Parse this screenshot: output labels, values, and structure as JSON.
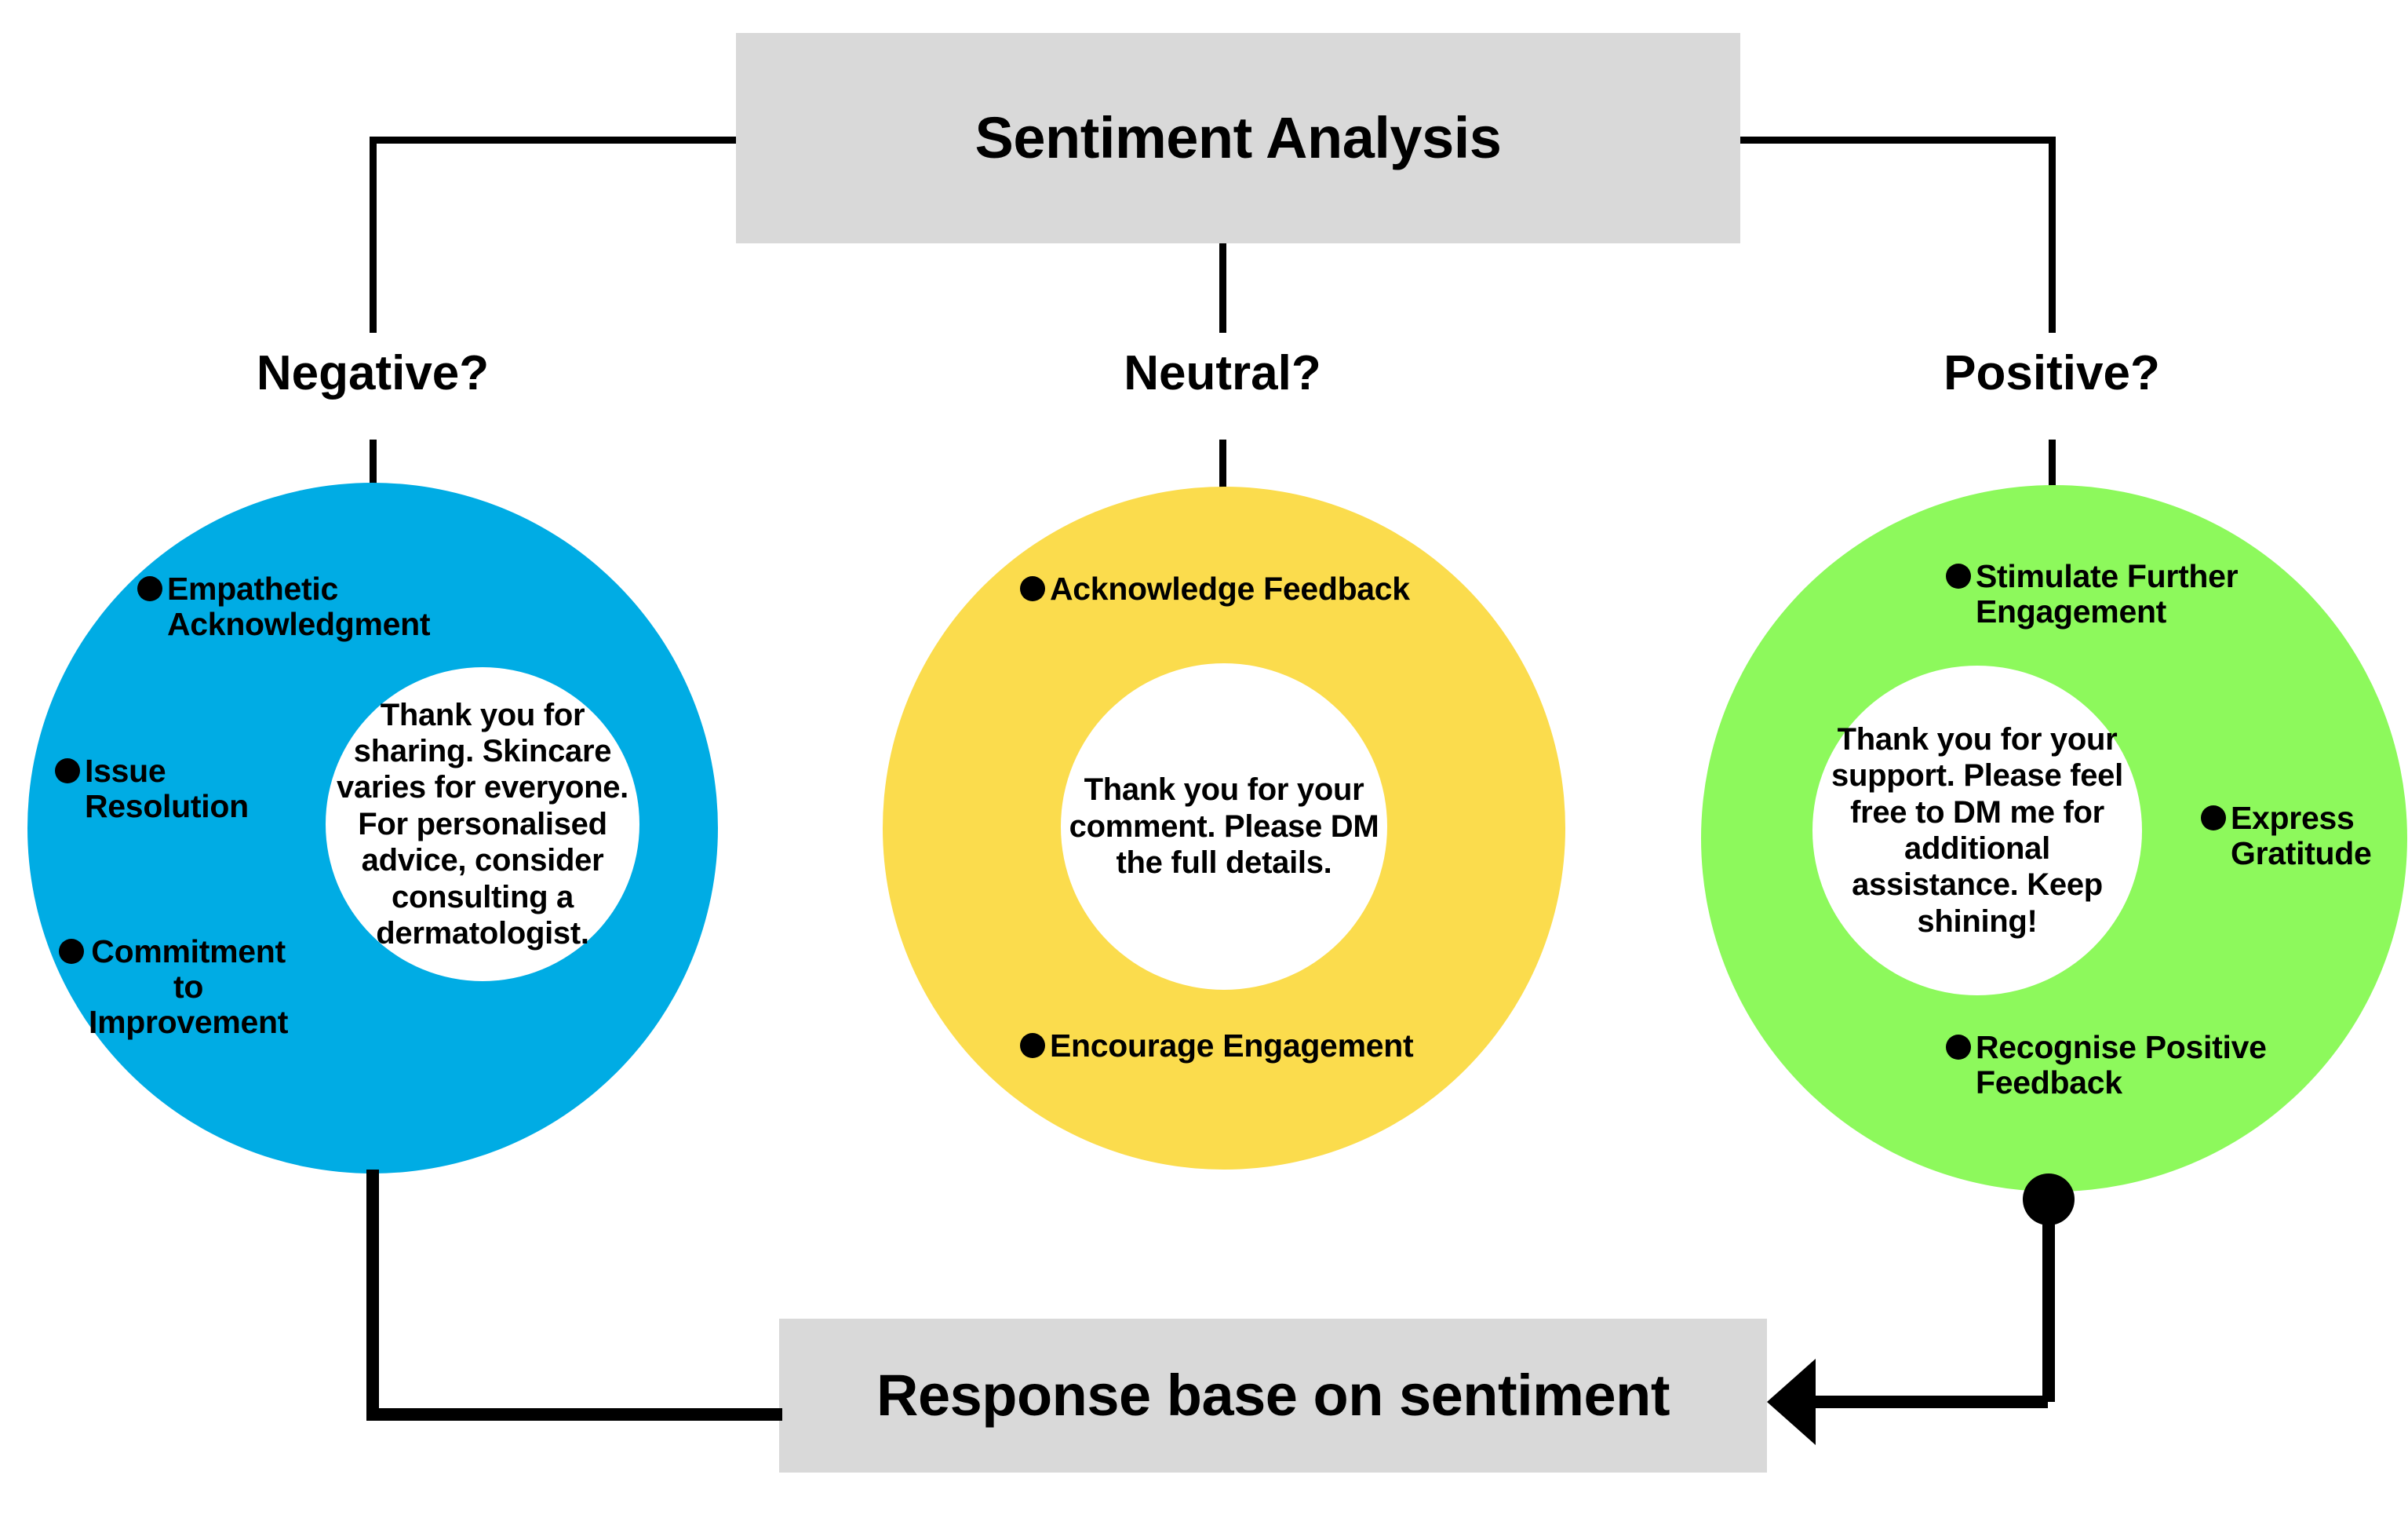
{
  "diagram": {
    "title": "Sentiment Analysis",
    "response_box": "Response base on sentiment",
    "colors": {
      "box_gray": "#d9d9d9",
      "negative_blue": "#00ace4",
      "neutral_yellow": "#fbdc4d",
      "positive_green": "#8df95c",
      "connector_black": "#000000",
      "hole_white": "#ffffff"
    },
    "branches": [
      {
        "key": "negative",
        "question": "Negative?",
        "color": "#00ace4",
        "response": "Thank you for sharing. Skincare varies for everyone. For personalised advice,  consider consulting a dermatologist.",
        "items": [
          "Empathetic\nAcknowledgment",
          "Issue\nResolution",
          "Commitment\nto\nImprovement"
        ]
      },
      {
        "key": "neutral",
        "question": "Neutral?",
        "color": "#fbdc4d",
        "response": "Thank you for your comment. Please DM the full details.",
        "items": [
          "Acknowledge Feedback",
          "Encourage Engagement"
        ]
      },
      {
        "key": "positive",
        "question": "Positive?",
        "color": "#8df95c",
        "response": "Thank you for your support. Please feel free to DM me for additional assistance. Keep shining!",
        "items": [
          "Stimulate Further\nEngagement",
          "Express\nGratitude",
          "Recognise Positive\nFeedback"
        ]
      }
    ]
  }
}
